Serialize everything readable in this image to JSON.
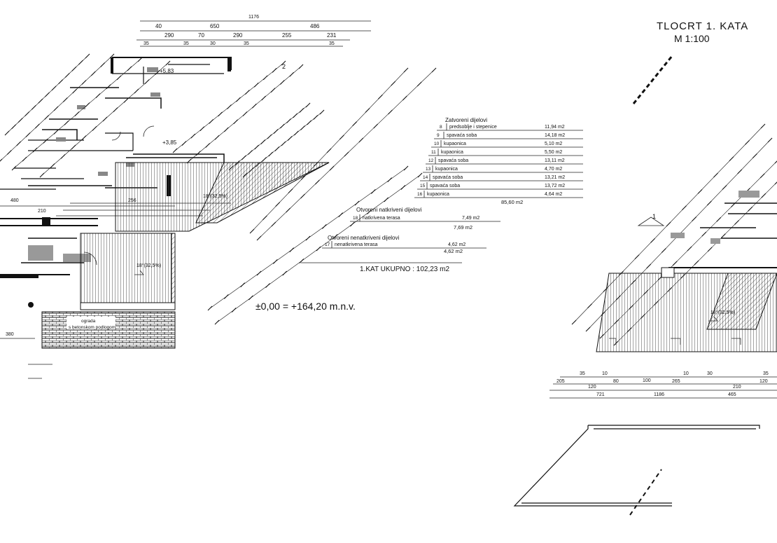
{
  "sheet": {
    "title": "TLOCRT 1. KATA",
    "scale": "M 1:100"
  },
  "room_table": {
    "closed_heading": "Zatvoreni dijelovi",
    "closed": [
      {
        "no": "8",
        "name": "predsoblje i stepenice",
        "area": "11,94 m2"
      },
      {
        "no": "9",
        "name": "spavaća soba",
        "area": "14,18 m2"
      },
      {
        "no": "10",
        "name": "kupaonica",
        "area": "5,10 m2"
      },
      {
        "no": "11",
        "name": "kupaonica",
        "area": "5,50 m2"
      },
      {
        "no": "12",
        "name": "spavaća soba",
        "area": "13,11 m2"
      },
      {
        "no": "13",
        "name": "kupaonica",
        "area": "4,70 m2"
      },
      {
        "no": "14",
        "name": "spavaća soba",
        "area": "13,21 m2"
      },
      {
        "no": "15",
        "name": "spavaća soba",
        "area": "13,72 m2"
      },
      {
        "no": "16",
        "name": "kupaonica",
        "area": "4,64 m2"
      }
    ],
    "closed_total": "85,60 m2",
    "covered_heading": "Otvoreni natkriveni dijelovi",
    "covered": [
      {
        "no": "18",
        "name": "natkrivena terasa",
        "area": "7,49 m2"
      }
    ],
    "covered_total": "7,69 m2",
    "uncovered_heading": "Otvoreni nenatkriveni dijelovi",
    "uncovered": [
      {
        "no": "17",
        "name": "nenatkrivena terasa",
        "area": "4,62 m2"
      }
    ],
    "uncovered_total": "4,62 m2",
    "grand_total": "1.KAT UKUPNO : 102,23 m2"
  },
  "level_note": "±0,00 = +164,20 m.n.v.",
  "top_dims": {
    "row1": [
      "40",
      "650",
      "486"
    ],
    "row2": [
      "290",
      "70",
      "290",
      "255",
      "231"
    ],
    "row3": [
      "35",
      "35",
      "30",
      "35",
      "35"
    ],
    "total": "1176"
  },
  "bottom_dims": {
    "row1": [
      "35",
      "10",
      "10",
      "30",
      "35"
    ],
    "row2": [
      "205",
      "120",
      "80",
      "100",
      "265",
      "210",
      "120"
    ],
    "row3": [
      "721",
      "465"
    ],
    "total": "1186"
  },
  "roof_slopes": [
    "18°(32,5%)",
    "18°(32,5%)",
    "18°(32,5%)"
  ],
  "plan_labels": {
    "level_a": "+5,83",
    "level_b": "+3,85",
    "left_dim_a": "380",
    "left_dim_b": "210",
    "left_dim_c": "480",
    "left_dim_d": "256",
    "section_mark": "1",
    "section_mark_2": "2",
    "stair_note_1": "ograda",
    "stair_note_2": "s betonskom podlogom"
  }
}
